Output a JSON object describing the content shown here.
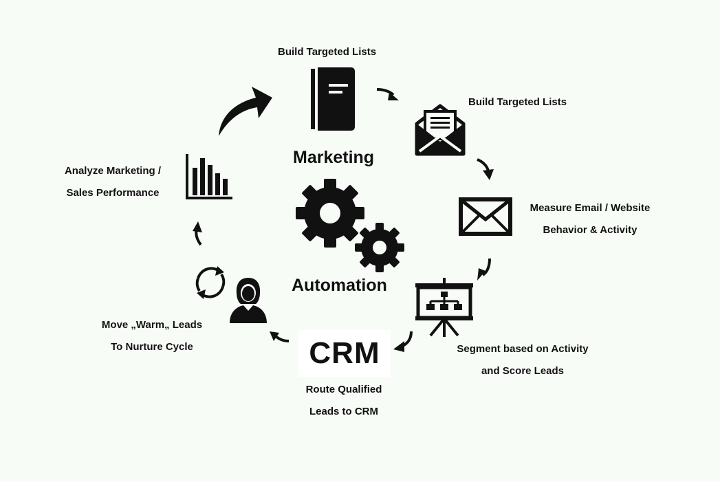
{
  "center": {
    "top_word": "Marketing",
    "bottom_word": "Automation"
  },
  "crm_label": "CRM",
  "steps": {
    "build_lists_top": [
      "Build Targeted Lists"
    ],
    "build_lists_right": [
      "Build Targeted Lists"
    ],
    "measure": [
      "Measure Email / Website",
      "Behavior & Activity"
    ],
    "segment": [
      "Segment based on Activity",
      "and Score Leads"
    ],
    "route": [
      "Route Qualified",
      "Leads to CRM"
    ],
    "nurture": [
      "Move „Warm„ Leads",
      "To Nurture Cycle"
    ],
    "analyze": [
      "Analyze Marketing /",
      "Sales Performance"
    ]
  },
  "icons": {
    "notebook": "notebook-icon",
    "open_letter": "open-envelope-icon",
    "envelope": "envelope-icon",
    "presentation": "presentation-board-icon",
    "person": "person-icon",
    "cycle": "refresh-cycle-icon",
    "bar_chart": "bar-chart-icon",
    "gears": "gears-icon"
  },
  "colors": {
    "background": "#f8fcf7",
    "foreground": "#111111",
    "crm_box": "#ffffff"
  }
}
